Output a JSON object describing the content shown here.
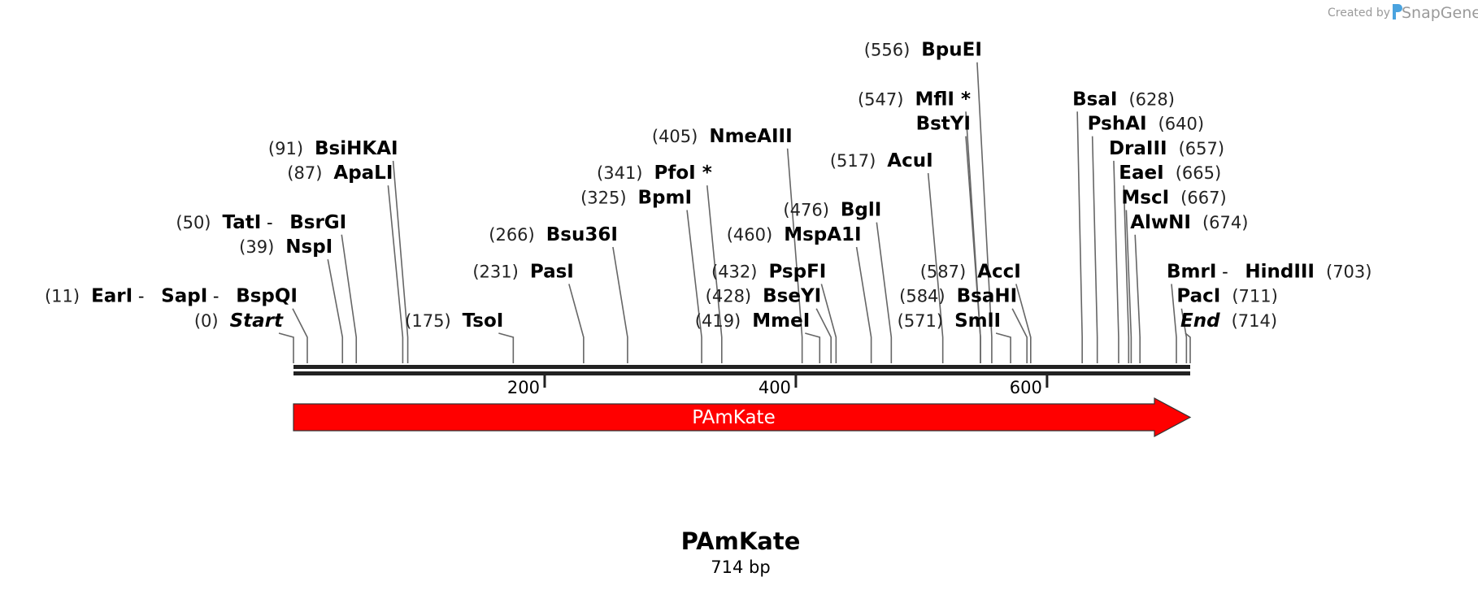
{
  "credit": {
    "prefix": "Created by",
    "brand": "SnapGene"
  },
  "map": {
    "title": "PAmKate",
    "subtitle": "714 bp",
    "length": 714,
    "ticks": [
      {
        "value": 200,
        "label": "200"
      },
      {
        "value": 400,
        "label": "400"
      },
      {
        "value": 600,
        "label": "600"
      }
    ],
    "feature": {
      "name": "PAmKate",
      "start": 1,
      "end": 714,
      "direction": "forward",
      "color": "#ff0000"
    }
  },
  "sites": [
    {
      "pos": 0,
      "pos_label": "(0)",
      "names": [
        "Start"
      ],
      "italic": true,
      "star": false,
      "side": "left",
      "row": 0
    },
    {
      "pos": 11,
      "pos_label": "(11)",
      "names": [
        "EarI",
        "SapI",
        "BspQI"
      ],
      "italic": false,
      "star": false,
      "side": "left",
      "row": 1
    },
    {
      "pos": 39,
      "pos_label": "(39)",
      "names": [
        "NspI"
      ],
      "italic": false,
      "star": false,
      "side": "left",
      "row": 3
    },
    {
      "pos": 50,
      "pos_label": "(50)",
      "names": [
        "TatI",
        "BsrGI"
      ],
      "italic": false,
      "star": false,
      "side": "left",
      "row": 4
    },
    {
      "pos": 87,
      "pos_label": "(87)",
      "names": [
        "ApaLI"
      ],
      "italic": false,
      "star": false,
      "side": "left",
      "row": 6
    },
    {
      "pos": 91,
      "pos_label": "(91)",
      "names": [
        "BsiHKAI"
      ],
      "italic": false,
      "star": false,
      "side": "left",
      "row": 7
    },
    {
      "pos": 175,
      "pos_label": "(175)",
      "names": [
        "TsoI"
      ],
      "italic": false,
      "star": false,
      "side": "left",
      "row": 0
    },
    {
      "pos": 231,
      "pos_label": "(231)",
      "names": [
        "PasI"
      ],
      "italic": false,
      "star": false,
      "side": "left",
      "row": 2
    },
    {
      "pos": 266,
      "pos_label": "(266)",
      "names": [
        "Bsu36I"
      ],
      "italic": false,
      "star": false,
      "side": "left",
      "row": 3.5
    },
    {
      "pos": 325,
      "pos_label": "(325)",
      "names": [
        "BpmI"
      ],
      "italic": false,
      "star": false,
      "side": "left",
      "row": 5
    },
    {
      "pos": 341,
      "pos_label": "(341)",
      "names": [
        "PfoI"
      ],
      "italic": false,
      "star": true,
      "side": "left",
      "row": 6
    },
    {
      "pos": 405,
      "pos_label": "(405)",
      "names": [
        "NmeAIII"
      ],
      "italic": false,
      "star": false,
      "side": "left",
      "row": 7.5
    },
    {
      "pos": 419,
      "pos_label": "(419)",
      "names": [
        "MmeI"
      ],
      "italic": false,
      "star": false,
      "side": "left",
      "row": 0
    },
    {
      "pos": 428,
      "pos_label": "(428)",
      "names": [
        "BseYI"
      ],
      "italic": false,
      "star": false,
      "side": "left",
      "row": 1
    },
    {
      "pos": 432,
      "pos_label": "(432)",
      "names": [
        "PspFI"
      ],
      "italic": false,
      "star": false,
      "side": "left",
      "row": 2
    },
    {
      "pos": 460,
      "pos_label": "(460)",
      "names": [
        "MspA1I"
      ],
      "italic": false,
      "star": false,
      "side": "left",
      "row": 3.5
    },
    {
      "pos": 476,
      "pos_label": "(476)",
      "names": [
        "BglI"
      ],
      "italic": false,
      "star": false,
      "side": "left",
      "row": 4.5
    },
    {
      "pos": 517,
      "pos_label": "(517)",
      "names": [
        "AcuI"
      ],
      "italic": false,
      "star": false,
      "side": "left",
      "row": 6.5
    },
    {
      "pos": 547,
      "pos_label": "(547)",
      "names": [
        "MflI"
      ],
      "italic": false,
      "star": true,
      "side": "left",
      "row": 9
    },
    {
      "pos": 547,
      "pos_label": "",
      "names": [
        "BstYI"
      ],
      "italic": false,
      "star": false,
      "side": "left",
      "row": 8
    },
    {
      "pos": 556,
      "pos_label": "(556)",
      "names": [
        "BpuEI"
      ],
      "italic": false,
      "star": false,
      "side": "left",
      "row": 11
    },
    {
      "pos": 571,
      "pos_label": "(571)",
      "names": [
        "SmlI"
      ],
      "italic": false,
      "star": false,
      "side": "left",
      "row": 0
    },
    {
      "pos": 584,
      "pos_label": "(584)",
      "names": [
        "BsaHI"
      ],
      "italic": false,
      "star": false,
      "side": "left",
      "row": 1
    },
    {
      "pos": 587,
      "pos_label": "(587)",
      "names": [
        "AccI"
      ],
      "italic": false,
      "star": false,
      "side": "left",
      "row": 2
    },
    {
      "pos": 628,
      "pos_label": "(628)",
      "names": [
        "BsaI"
      ],
      "italic": false,
      "star": false,
      "side": "right",
      "row": 9
    },
    {
      "pos": 640,
      "pos_label": "(640)",
      "names": [
        "PshAI"
      ],
      "italic": false,
      "star": false,
      "side": "right",
      "row": 8
    },
    {
      "pos": 657,
      "pos_label": "(657)",
      "names": [
        "DraIII"
      ],
      "italic": false,
      "star": false,
      "side": "right",
      "row": 7
    },
    {
      "pos": 665,
      "pos_label": "(665)",
      "names": [
        "EaeI"
      ],
      "italic": false,
      "star": false,
      "side": "right",
      "row": 6
    },
    {
      "pos": 667,
      "pos_label": "(667)",
      "names": [
        "MscI"
      ],
      "italic": false,
      "star": false,
      "side": "right",
      "row": 5
    },
    {
      "pos": 674,
      "pos_label": "(674)",
      "names": [
        "AlwNI"
      ],
      "italic": false,
      "star": false,
      "side": "right",
      "row": 4
    },
    {
      "pos": 703,
      "pos_label": "(703)",
      "names": [
        "BmrI",
        "HindIII"
      ],
      "italic": false,
      "star": false,
      "side": "right",
      "row": 2
    },
    {
      "pos": 711,
      "pos_label": "(711)",
      "names": [
        "PacI"
      ],
      "italic": false,
      "star": false,
      "side": "right",
      "row": 1
    },
    {
      "pos": 714,
      "pos_label": "(714)",
      "names": [
        "End"
      ],
      "italic": true,
      "star": false,
      "side": "right",
      "row": 0
    }
  ]
}
